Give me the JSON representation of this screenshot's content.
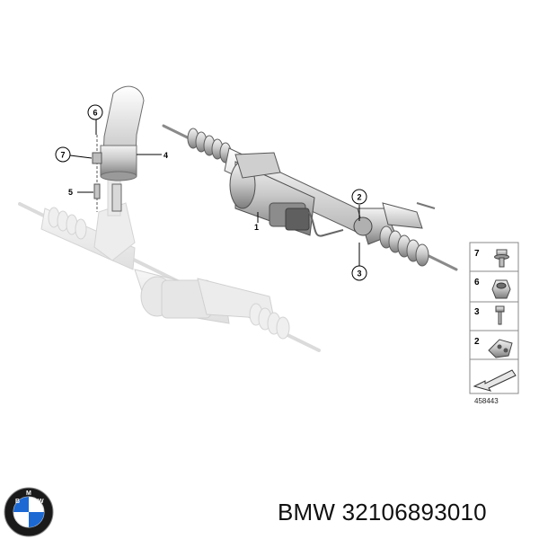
{
  "callouts": [
    {
      "label": "1"
    },
    {
      "label": "2"
    },
    {
      "label": "3"
    },
    {
      "label": "4"
    },
    {
      "label": "5"
    },
    {
      "label": "6"
    },
    {
      "label": "7"
    }
  ],
  "legend": {
    "items": [
      {
        "label": "7",
        "icon": "flange-bolt-icon"
      },
      {
        "label": "6",
        "icon": "hex-nut-icon"
      },
      {
        "label": "3",
        "icon": "screw-icon"
      },
      {
        "label": "2",
        "icon": "bracket-icon"
      }
    ],
    "diagram_id": "458443"
  },
  "caption": {
    "brand": "BMW",
    "part_number": "32106893010"
  },
  "logo": {
    "letters": [
      "B",
      "M",
      "W"
    ],
    "ring_color": "#1a1a1a",
    "blue_color": "#1c69d4"
  }
}
